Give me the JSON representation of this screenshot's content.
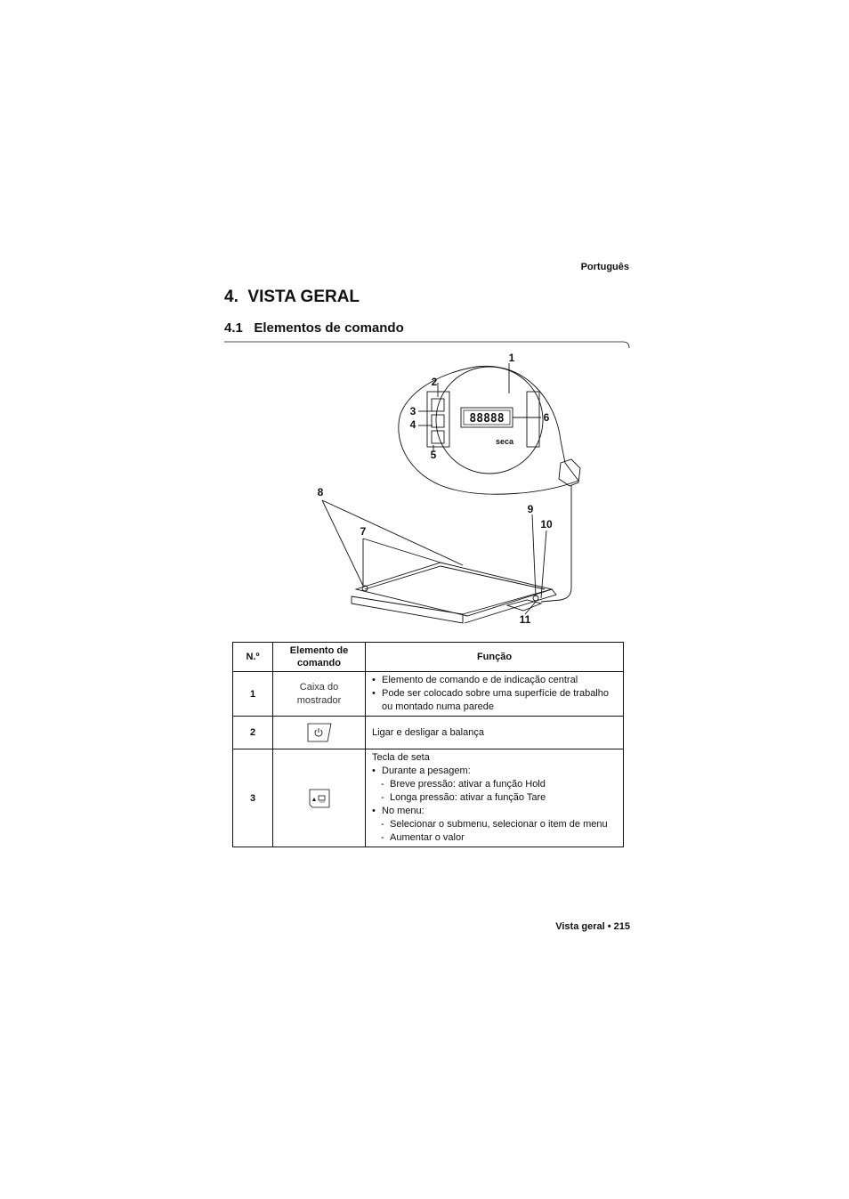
{
  "header": {
    "language": "Português"
  },
  "chapter": {
    "number": "4.",
    "title": "VISTA GERAL"
  },
  "section": {
    "number": "4.1",
    "title": "Elementos de comando"
  },
  "figure": {
    "callouts": [
      "1",
      "2",
      "3",
      "4",
      "5",
      "6",
      "7",
      "8",
      "9",
      "10",
      "11"
    ],
    "display_digits": "88888",
    "brand": "seca"
  },
  "table": {
    "headers": {
      "number": "N.º",
      "element": "Elemento de comando",
      "function": "Função"
    },
    "rows": [
      {
        "number": "1",
        "element": "Caixa do mostrador",
        "bullets": [
          "Elemento de comando e de indicação central",
          "Pode ser colocado sobre uma superfície de trabalho ou montado numa parede"
        ]
      },
      {
        "number": "2",
        "element_icon": "power-key-icon",
        "text": "Ligar e desligar a balança"
      },
      {
        "number": "3",
        "element_icon": "arrow-hold-key-icon",
        "intro": "Tecla de seta",
        "groups": [
          {
            "bullet": "Durante a pesagem:",
            "items": [
              "Breve pressão: ativar a função Hold",
              "Longa pressão: ativar a função Tare"
            ]
          },
          {
            "bullet": "No menu:",
            "items": [
              "Selecionar o submenu, selecionar o item de menu",
              "Aumentar o valor"
            ]
          }
        ]
      }
    ]
  },
  "footer": {
    "text": "Vista geral • 215"
  }
}
